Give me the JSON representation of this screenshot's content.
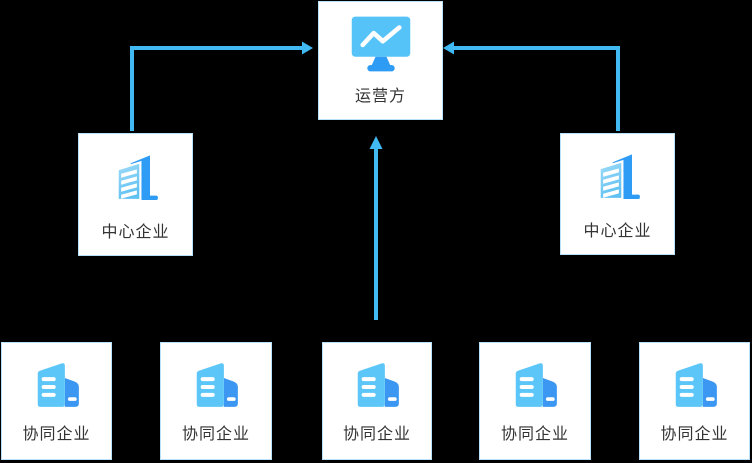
{
  "diagram": {
    "colors": {
      "background": "#000000",
      "node_background": "#ffffff",
      "node_border": "#b7e1f8",
      "arrow": "#41b9f2",
      "label_text": "#333333",
      "icon_light_blue": "#55c3f7",
      "icon_blue": "#2e9cf4"
    },
    "operator": {
      "label": "运营方",
      "icon": "monitor-chart-icon"
    },
    "center_enterprises": [
      {
        "label": "中心企业",
        "icon": "office-building-icon",
        "position": "left"
      },
      {
        "label": "中心企业",
        "icon": "office-building-icon",
        "position": "right"
      }
    ],
    "collaborative_enterprises": [
      {
        "label": "协同企业",
        "icon": "company-building-icon"
      },
      {
        "label": "协同企业",
        "icon": "company-building-icon"
      },
      {
        "label": "协同企业",
        "icon": "company-building-icon"
      },
      {
        "label": "协同企业",
        "icon": "company-building-icon"
      },
      {
        "label": "协同企业",
        "icon": "company-building-icon"
      }
    ],
    "connections": [
      {
        "from": "center-enterprise-left",
        "to": "operator",
        "style": "elbow-up-right"
      },
      {
        "from": "center-enterprise-right",
        "to": "operator",
        "style": "elbow-up-left"
      },
      {
        "from": "collaborative-enterprise-3",
        "to": "operator",
        "style": "straight-up"
      }
    ]
  }
}
